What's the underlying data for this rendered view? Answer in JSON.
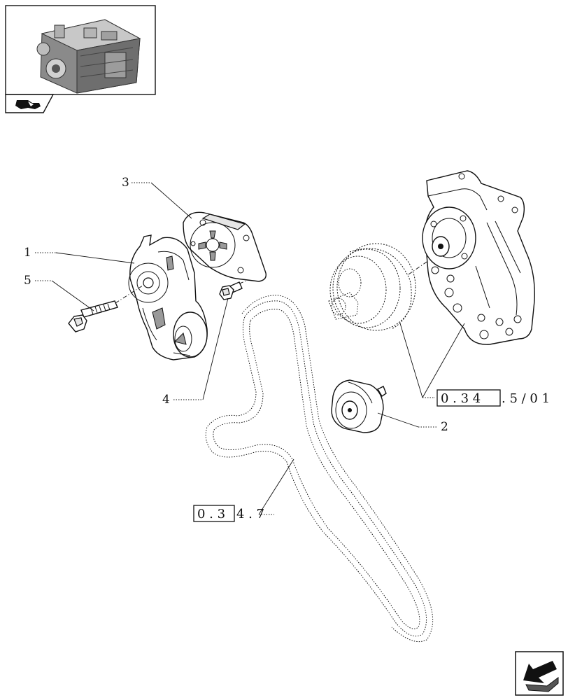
{
  "callouts": [
    {
      "id": "1",
      "label": "1"
    },
    {
      "id": "2",
      "label": "2"
    },
    {
      "id": "3",
      "label": "3"
    },
    {
      "id": "4",
      "label": "4"
    },
    {
      "id": "5",
      "label": "5"
    }
  ],
  "refs": {
    "ref_a": {
      "boxed": "0 . 3 4",
      "tail": ". 5 / 0 1"
    },
    "ref_b": {
      "boxed": "0 . 3",
      "tail": "4 . 7"
    }
  },
  "icons": {
    "thumbnail": "engine-thumbnail",
    "section": "engine-section-icon",
    "nav": "next-page-arrow-icon"
  }
}
